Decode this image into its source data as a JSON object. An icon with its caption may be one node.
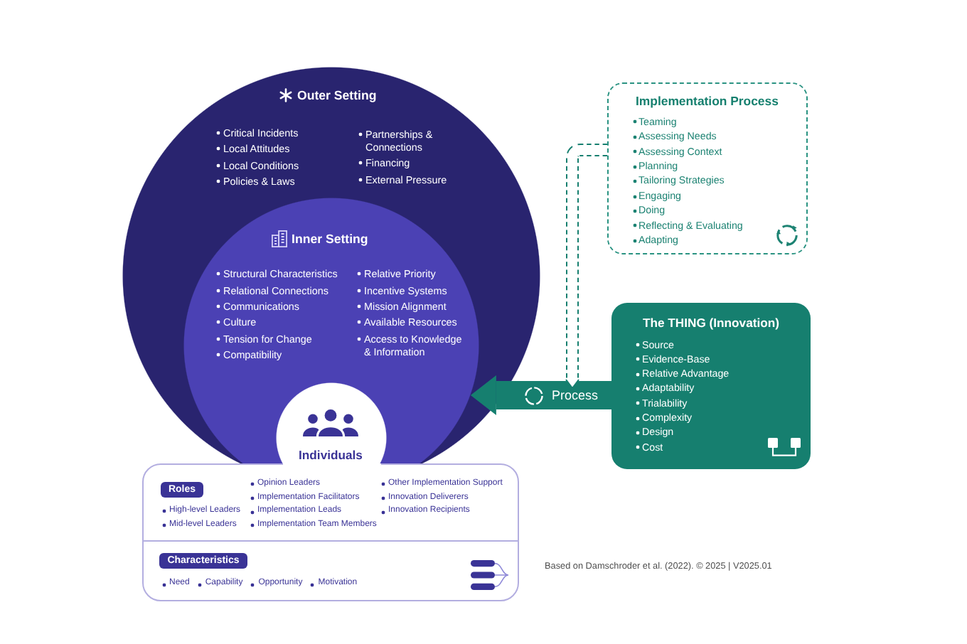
{
  "diagram": {
    "caption": "Based on Damschroder et al. (2022). © 2025 | V2025.01",
    "nodes": [
      {
        "text": [
          "Outer Setting",
          "Critical Incidents",
          "Local Attitudes",
          "Local Conditions",
          "Policies & Laws",
          "Partnerships & Connections",
          "Financing",
          "External Pressure"
        ]
      },
      {
        "text": [
          "Inner Setting",
          "Structural Characteristics",
          "Relational Connections",
          "Communications",
          "Culture",
          "Tension for Change",
          "Compatibility",
          "Relative Priority",
          "Incentive Systems",
          "Mission Alignment",
          "Available Resources",
          "Access to Knowledge & Information"
        ],
        "in": 0
      },
      {
        "text": [
          "Individuals"
        ],
        "in": 1
      },
      {
        "text": [
          "High-level Leaders",
          "Mid-level Leaders",
          "Opinion Leaders",
          "Implementation Facilitators",
          "Implementation Leads",
          "Implementation Team Members",
          "Other Implementation Support",
          "Innovation Deliverers",
          "Innovation Recipients",
          "Need",
          "Capability",
          "Opportunity",
          "Motivation"
        ]
      },
      {
        "text": [
          "Roles"
        ],
        "in": 3
      },
      {
        "text": [
          "Characteristics"
        ],
        "in": 3
      },
      {
        "text": [
          "Implementation Process",
          "Teaming",
          "Assessing Needs",
          "Assessing Context",
          "Planning",
          "Tailoring Strategies",
          "Engaging",
          "Doing",
          "Reflecting & Evaluating",
          "Adapting"
        ]
      },
      {
        "text": [
          "The THING (Innovation)",
          "Source",
          "Evidence-Base",
          "Relative Advantage",
          "Adaptability",
          "Trialability",
          "Complexity",
          "Design",
          "Cost"
        ]
      }
    ],
    "edges": [
      {
        "from": 7,
        "to": 1,
        "arrow": "to",
        "label": "Process",
        "style": "thick"
      },
      {
        "from": 6,
        "to": 7,
        "arrow": "to",
        "style": "dashed"
      }
    ]
  }
}
